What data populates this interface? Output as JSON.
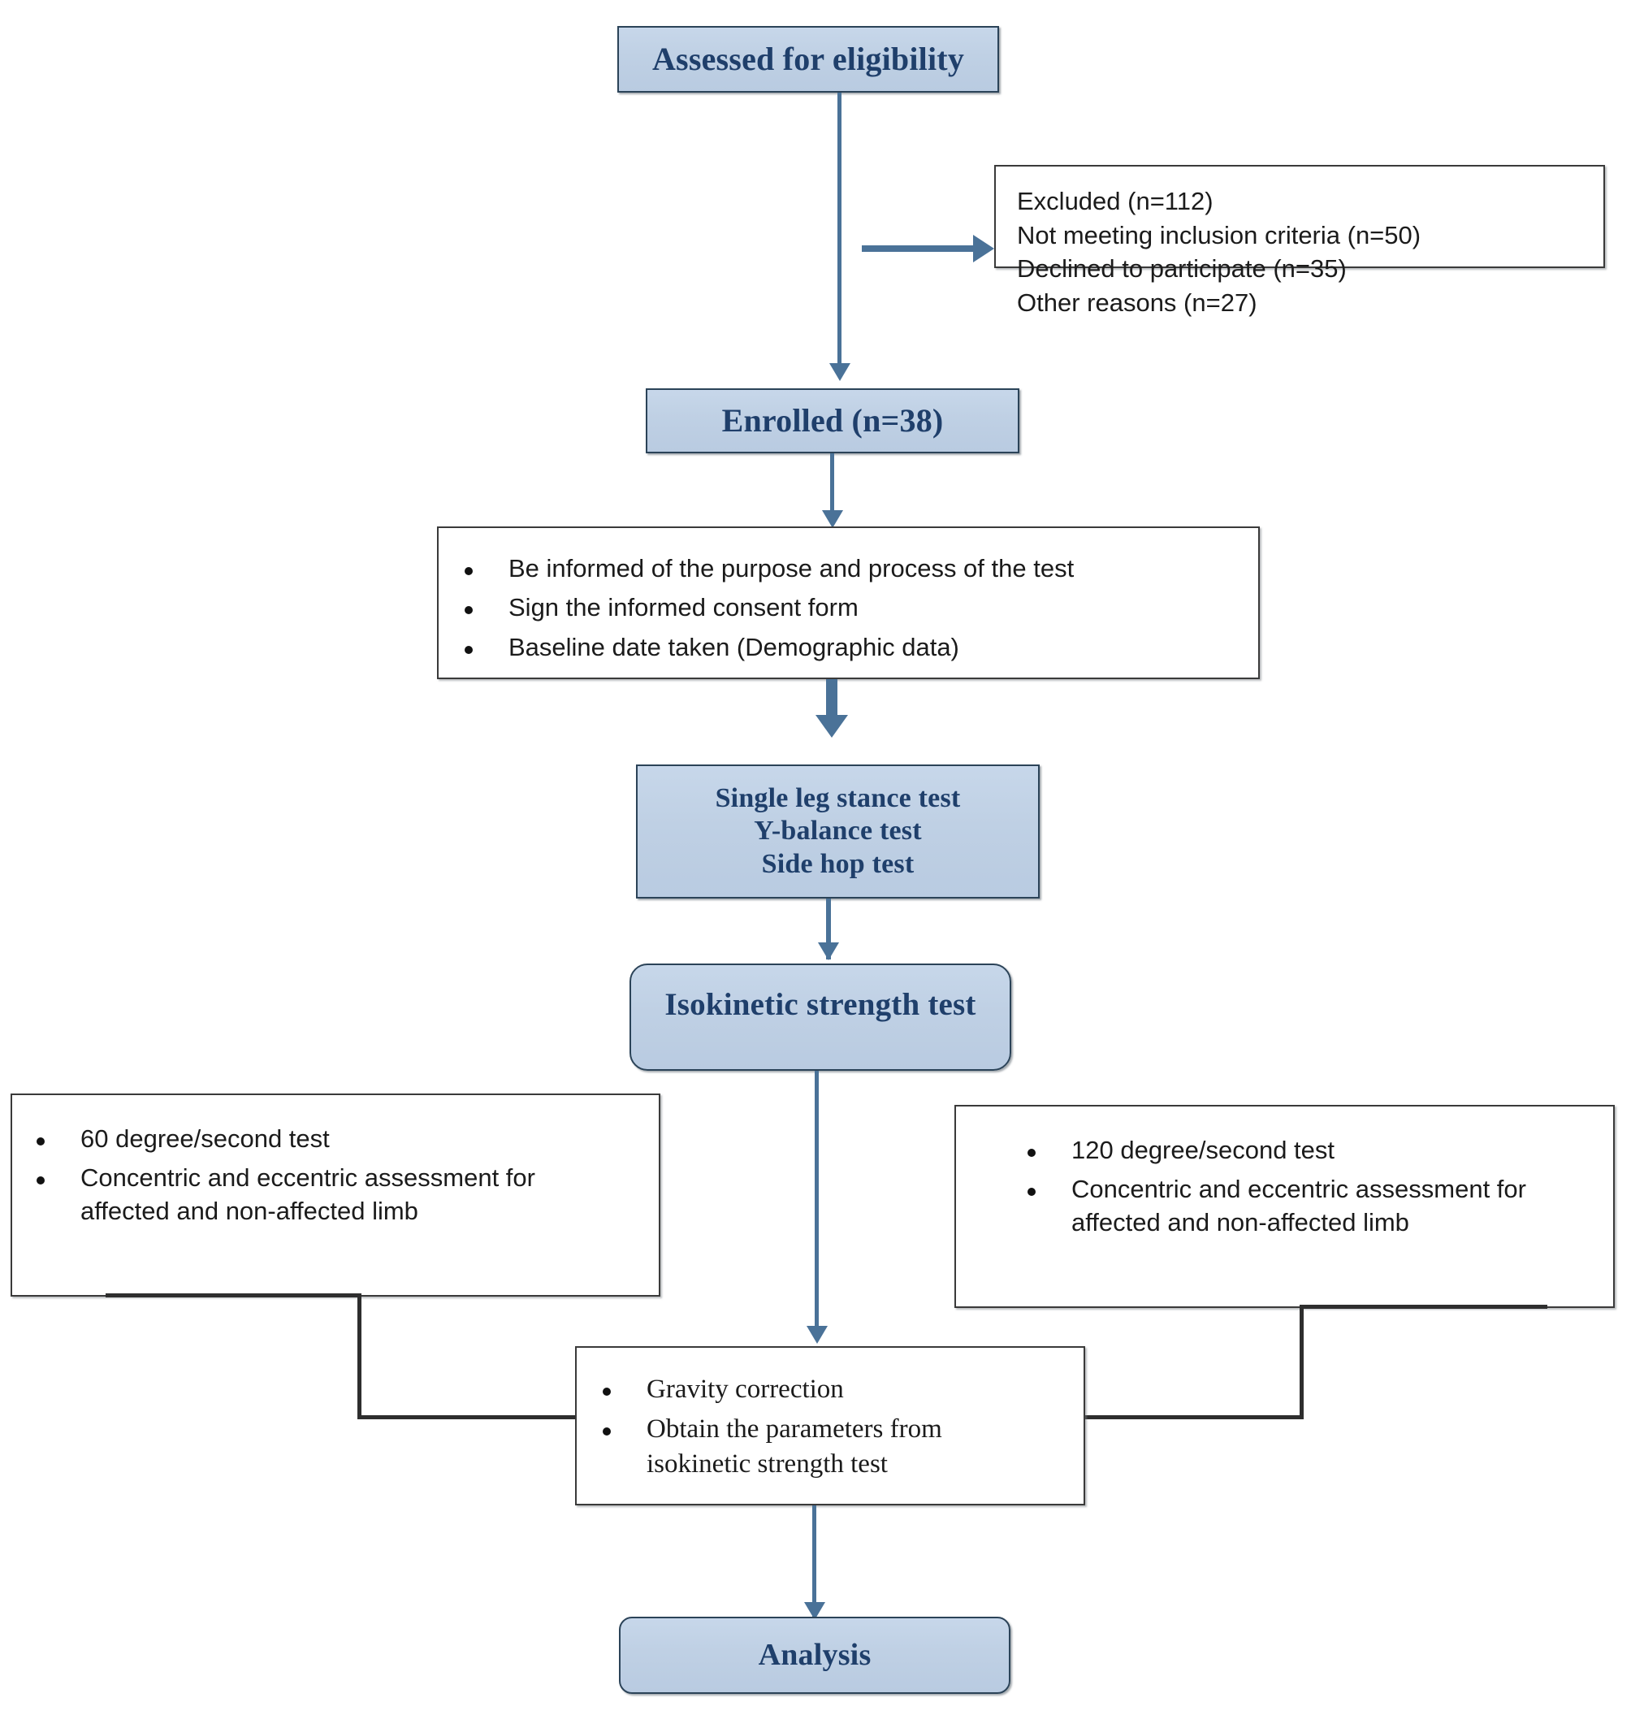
{
  "diagram": {
    "title": "Study flow diagram",
    "accent_blue_fill": "#bfd0e4",
    "accent_blue_border": "#2b4358",
    "accent_text_color": "#1f3f6b",
    "connector_color": "#4a7298",
    "elbow_connector_color": "#2e2e2e"
  },
  "nodes": {
    "assessed": {
      "label": "Assessed for eligibility"
    },
    "excluded": {
      "heading": "Excluded (n=112)",
      "reasons": [
        "Not meeting inclusion criteria (n=50)",
        "Declined to participate (n=35)",
        "Other reasons (n=27)"
      ]
    },
    "enrolled": {
      "label": "Enrolled (n=38)"
    },
    "baseline": {
      "items": [
        "Be informed of the purpose and process of the test",
        "Sign the informed consent form",
        "Baseline date taken (Demographic data)"
      ]
    },
    "balance_tests": {
      "lines": [
        "Single leg stance test",
        "Y-balance test",
        "Side hop test"
      ]
    },
    "isokinetic": {
      "label": "Isokinetic strength test"
    },
    "left_branch": {
      "items": [
        "60 degree/second test",
        "Concentric and eccentric assessment for affected and non-affected limb"
      ]
    },
    "right_branch": {
      "items": [
        "120 degree/second test",
        "Concentric and eccentric assessment for affected and non-affected limb"
      ]
    },
    "gravity": {
      "items": [
        "Gravity correction",
        "Obtain the parameters from isokinetic strength test"
      ]
    },
    "analysis": {
      "label": "Analysis"
    }
  }
}
